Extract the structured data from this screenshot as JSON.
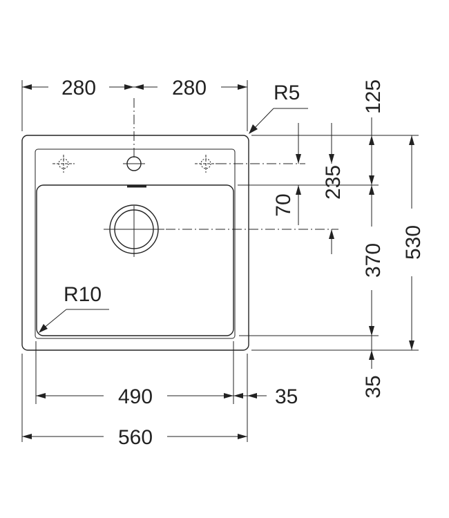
{
  "dimensions": {
    "half_width_left": "280",
    "half_width_right": "280",
    "corner_radius_outer": "R5",
    "top_offset": "125",
    "faucet_drain_distance": "235",
    "deck_to_bowl": "70",
    "bowl_length": "370",
    "overall_length": "530",
    "corner_radius_bowl": "R10",
    "bowl_width": "490",
    "side_margin": "35",
    "bottom_margin": "35",
    "overall_width": "560"
  },
  "colors": {
    "line": "#222222",
    "background": "#ffffff"
  },
  "icons": [
    "faucet-hole-icon",
    "tap-hole-marking-icon",
    "drain-icon"
  ]
}
